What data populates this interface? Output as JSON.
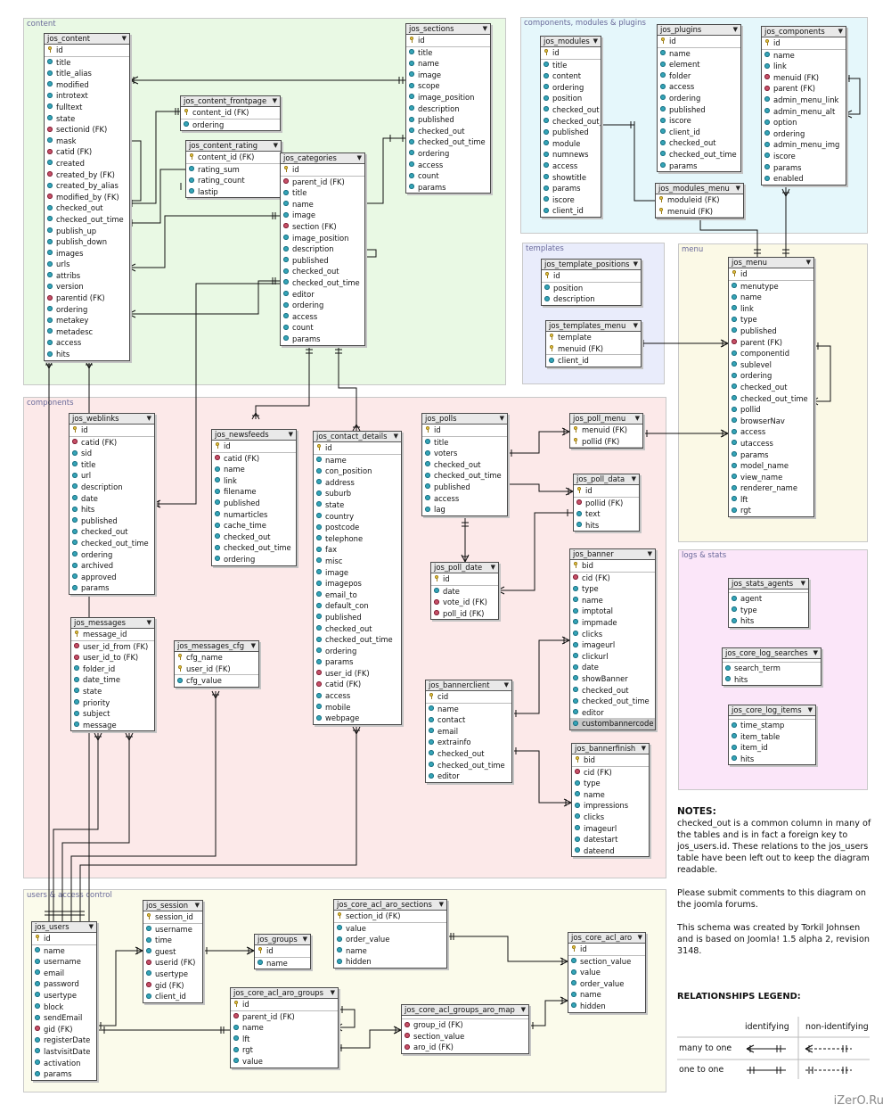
{
  "regions": {
    "content": "content",
    "cmp": "components, modules & plugins",
    "templates": "templates",
    "menu": "menu",
    "logs": "logs & stats",
    "components": "components",
    "users": "users & access control"
  },
  "tables": [
    {
      "id": "jos_content",
      "name": "jos_content",
      "pk": [
        "id"
      ],
      "cols": [
        "title",
        "title_alias",
        "modified",
        "introtext",
        "fulltext",
        "state",
        {
          "n": "sectionid (FK)",
          "fk": true
        },
        "mask",
        {
          "n": "catid (FK)",
          "fk": true
        },
        "created",
        {
          "n": "created_by (FK)",
          "fk": true
        },
        "created_by_alias",
        {
          "n": "modified_by (FK)",
          "fk": true
        },
        "checked_out",
        "checked_out_time",
        "publish_up",
        "publish_down",
        "images",
        "urls",
        "attribs",
        "version",
        {
          "n": "parentid (FK)",
          "fk": true
        },
        "ordering",
        "metakey",
        "metadesc",
        "access",
        "hits"
      ]
    },
    {
      "id": "jos_content_frontpage",
      "name": "jos_content_frontpage",
      "pk": [
        "content_id (FK)"
      ],
      "cols": [
        "ordering"
      ]
    },
    {
      "id": "jos_content_rating",
      "name": "jos_content_rating",
      "pk": [
        "content_id (FK)"
      ],
      "cols": [
        "rating_sum",
        "rating_count",
        "lastip"
      ]
    },
    {
      "id": "jos_sections",
      "name": "jos_sections",
      "pk": [
        "id"
      ],
      "cols": [
        "title",
        "name",
        "image",
        "scope",
        "image_position",
        "description",
        "published",
        "checked_out",
        "checked_out_time",
        "ordering",
        "access",
        "count",
        "params"
      ]
    },
    {
      "id": "jos_categories",
      "name": "jos_categories",
      "pk": [
        "id"
      ],
      "cols": [
        {
          "n": "parent_id (FK)",
          "fk": true
        },
        "title",
        "name",
        "image",
        {
          "n": "section (FK)",
          "fk": true
        },
        "image_position",
        "description",
        "published",
        "checked_out",
        "checked_out_time",
        "editor",
        "ordering",
        "access",
        "count",
        "params"
      ]
    },
    {
      "id": "jos_modules",
      "name": "jos_modules",
      "pk": [
        "id"
      ],
      "cols": [
        "title",
        "content",
        "ordering",
        "position",
        "checked_out",
        "checked_out_time",
        "published",
        "module",
        "numnews",
        "access",
        "showtitle",
        "params",
        "iscore",
        "client_id"
      ]
    },
    {
      "id": "jos_plugins",
      "name": "jos_plugins",
      "pk": [
        "id"
      ],
      "cols": [
        "name",
        "element",
        "folder",
        "access",
        "ordering",
        "published",
        "iscore",
        "client_id",
        "checked_out",
        "checked_out_time",
        "params"
      ]
    },
    {
      "id": "jos_components",
      "name": "jos_components",
      "pk": [
        "id"
      ],
      "cols": [
        "name",
        "link",
        {
          "n": "menuid (FK)",
          "fk": true
        },
        {
          "n": "parent (FK)",
          "fk": true
        },
        "admin_menu_link",
        "admin_menu_alt",
        "option",
        "ordering",
        "admin_menu_img",
        "iscore",
        "params",
        "enabled"
      ]
    },
    {
      "id": "jos_modules_menu",
      "name": "jos_modules_menu",
      "pk": [
        "moduleid (FK)",
        "menuid (FK)"
      ],
      "cols": []
    },
    {
      "id": "jos_template_positions",
      "name": "jos_template_positions",
      "pk": [
        "id"
      ],
      "cols": [
        "position",
        "description"
      ]
    },
    {
      "id": "jos_templates_menu",
      "name": "jos_templates_menu",
      "pk": [
        "template",
        "menuid (FK)"
      ],
      "cols": [
        "client_id"
      ]
    },
    {
      "id": "jos_menu",
      "name": "jos_menu",
      "pk": [
        "id"
      ],
      "cols": [
        "menutype",
        "name",
        "link",
        "type",
        "published",
        {
          "n": "parent (FK)",
          "fk": true
        },
        "componentid",
        "sublevel",
        "ordering",
        "checked_out",
        "checked_out_time",
        "pollid",
        "browserNav",
        "access",
        "utaccess",
        "params",
        "model_name",
        "view_name",
        "renderer_name",
        "lft",
        "rgt"
      ]
    },
    {
      "id": "jos_stats_agents",
      "name": "jos_stats_agents",
      "pk": [],
      "cols": [
        "agent",
        "type",
        "hits"
      ]
    },
    {
      "id": "jos_core_log_searches",
      "name": "jos_core_log_searches",
      "pk": [],
      "cols": [
        "search_term",
        "hits"
      ]
    },
    {
      "id": "jos_core_log_items",
      "name": "jos_core_log_items",
      "pk": [],
      "cols": [
        "time_stamp",
        "item_table",
        "item_id",
        "hits"
      ]
    },
    {
      "id": "jos_weblinks",
      "name": "jos_weblinks",
      "pk": [
        "id"
      ],
      "cols": [
        {
          "n": "catid (FK)",
          "fk": true
        },
        "sid",
        "title",
        "url",
        "description",
        "date",
        "hits",
        "published",
        "checked_out",
        "checked_out_time",
        "ordering",
        "archived",
        "approved",
        "params"
      ]
    },
    {
      "id": "jos_newsfeeds",
      "name": "jos_newsfeeds",
      "pk": [
        "id"
      ],
      "cols": [
        {
          "n": "catid (FK)",
          "fk": true
        },
        "name",
        "link",
        "filename",
        "published",
        "numarticles",
        "cache_time",
        "checked_out",
        "checked_out_time",
        "ordering"
      ]
    },
    {
      "id": "jos_contact_details",
      "name": "jos_contact_details",
      "pk": [
        "id"
      ],
      "cols": [
        "name",
        "con_position",
        "address",
        "suburb",
        "state",
        "country",
        "postcode",
        "telephone",
        "fax",
        "misc",
        "image",
        "imagepos",
        "email_to",
        "default_con",
        "published",
        "checked_out",
        "checked_out_time",
        "ordering",
        "params",
        {
          "n": "user_id (FK)",
          "fk": true
        },
        {
          "n": "catid (FK)",
          "fk": true
        },
        "access",
        "mobile",
        "webpage"
      ]
    },
    {
      "id": "jos_polls",
      "name": "jos_polls",
      "pk": [
        "id"
      ],
      "cols": [
        "title",
        "voters",
        "checked_out",
        "checked_out_time",
        "published",
        "access",
        "lag"
      ]
    },
    {
      "id": "jos_poll_menu",
      "name": "jos_poll_menu",
      "pk": [
        "menuid (FK)",
        "pollid (FK)"
      ],
      "cols": []
    },
    {
      "id": "jos_poll_data",
      "name": "jos_poll_data",
      "pk": [
        "id"
      ],
      "cols": [
        {
          "n": "pollid (FK)",
          "fk": true
        },
        "text",
        "hits"
      ]
    },
    {
      "id": "jos_poll_date",
      "name": "jos_poll_date",
      "pk": [
        "id"
      ],
      "cols": [
        "date",
        {
          "n": "vote_id (FK)",
          "fk": true
        },
        {
          "n": "poll_id (FK)",
          "fk": true
        }
      ]
    },
    {
      "id": "jos_banner",
      "name": "jos_banner",
      "pk": [
        "bid"
      ],
      "cols": [
        {
          "n": "cid (FK)",
          "fk": true
        },
        "type",
        "name",
        "imptotal",
        "impmade",
        "clicks",
        "imageurl",
        "clickurl",
        "date",
        "showBanner",
        "checked_out",
        "checked_out_time",
        "editor",
        {
          "n": "custombannercode",
          "hl": true
        }
      ]
    },
    {
      "id": "jos_bannerclient",
      "name": "jos_bannerclient",
      "pk": [
        "cid"
      ],
      "cols": [
        "name",
        "contact",
        "email",
        "extrainfo",
        "checked_out",
        "checked_out_time",
        "editor"
      ]
    },
    {
      "id": "jos_bannerfinish",
      "name": "jos_bannerfinish",
      "pk": [
        "bid"
      ],
      "cols": [
        {
          "n": "cid (FK)",
          "fk": true
        },
        "type",
        "name",
        "impressions",
        "clicks",
        "imageurl",
        "datestart",
        "dateend"
      ]
    },
    {
      "id": "jos_messages",
      "name": "jos_messages",
      "pk": [
        "message_id"
      ],
      "cols": [
        {
          "n": "user_id_from (FK)",
          "fk": true
        },
        {
          "n": "user_id_to (FK)",
          "fk": true
        },
        "folder_id",
        "date_time",
        "state",
        "priority",
        "subject",
        "message"
      ]
    },
    {
      "id": "jos_messages_cfg",
      "name": "jos_messages_cfg",
      "pk": [
        "cfg_name",
        "user_id (FK)"
      ],
      "cols": [
        "cfg_value"
      ]
    },
    {
      "id": "jos_users",
      "name": "jos_users",
      "pk": [
        "id"
      ],
      "cols": [
        "name",
        "username",
        "email",
        "password",
        "usertype",
        "block",
        "sendEmail",
        {
          "n": "gid (FK)",
          "fk": true
        },
        "registerDate",
        "lastvisitDate",
        "activation",
        "params"
      ]
    },
    {
      "id": "jos_session",
      "name": "jos_session",
      "pk": [
        "session_id"
      ],
      "cols": [
        "username",
        "time",
        "guest",
        {
          "n": "userid (FK)",
          "fk": true
        },
        "usertype",
        {
          "n": "gid (FK)",
          "fk": true
        },
        "client_id"
      ]
    },
    {
      "id": "jos_groups",
      "name": "jos_groups",
      "pk": [
        "id"
      ],
      "cols": [
        "name"
      ]
    },
    {
      "id": "jos_core_acl_aro_sections",
      "name": "jos_core_acl_aro_sections",
      "pk": [
        "section_id (FK)"
      ],
      "cols": [
        "value",
        "order_value",
        "name",
        "hidden"
      ]
    },
    {
      "id": "jos_core_acl_aro",
      "name": "jos_core_acl_aro",
      "pk": [
        "id"
      ],
      "cols": [
        "section_value",
        "value",
        "order_value",
        "name",
        "hidden"
      ]
    },
    {
      "id": "jos_core_acl_aro_groups",
      "name": "jos_core_acl_aro_groups",
      "pk": [
        "id"
      ],
      "cols": [
        {
          "n": "parent_id (FK)",
          "fk": true
        },
        "name",
        "lft",
        "rgt",
        "value"
      ]
    },
    {
      "id": "jos_core_acl_groups_aro_map",
      "name": "jos_core_acl_groups_aro_map",
      "pk": [],
      "cols": [
        {
          "n": "group_id (FK)",
          "fk": true
        },
        {
          "n": "section_value",
          "fk": true
        },
        {
          "n": "aro_id (FK)",
          "fk": true
        }
      ]
    }
  ],
  "notes": {
    "heading": "NOTES:",
    "p1": "checked_out is a common column in many of the tables and is in fact a foreign key to jos_users.id. These relations to the jos_users table have been left out to keep the diagram readable.",
    "p2": "Please submit comments to this diagram on the joomla forums.",
    "p3": "This schema was created by Torkil Johnsen and is based on Joomla! 1.5 alpha 2, revision 3148."
  },
  "legend": {
    "title": "RELATIONSHIPS LEGEND:",
    "col1": "identifying",
    "col2": "non-identifying",
    "row1": "many to one",
    "row2": "one to one"
  },
  "watermark": "iZerO.Ru"
}
